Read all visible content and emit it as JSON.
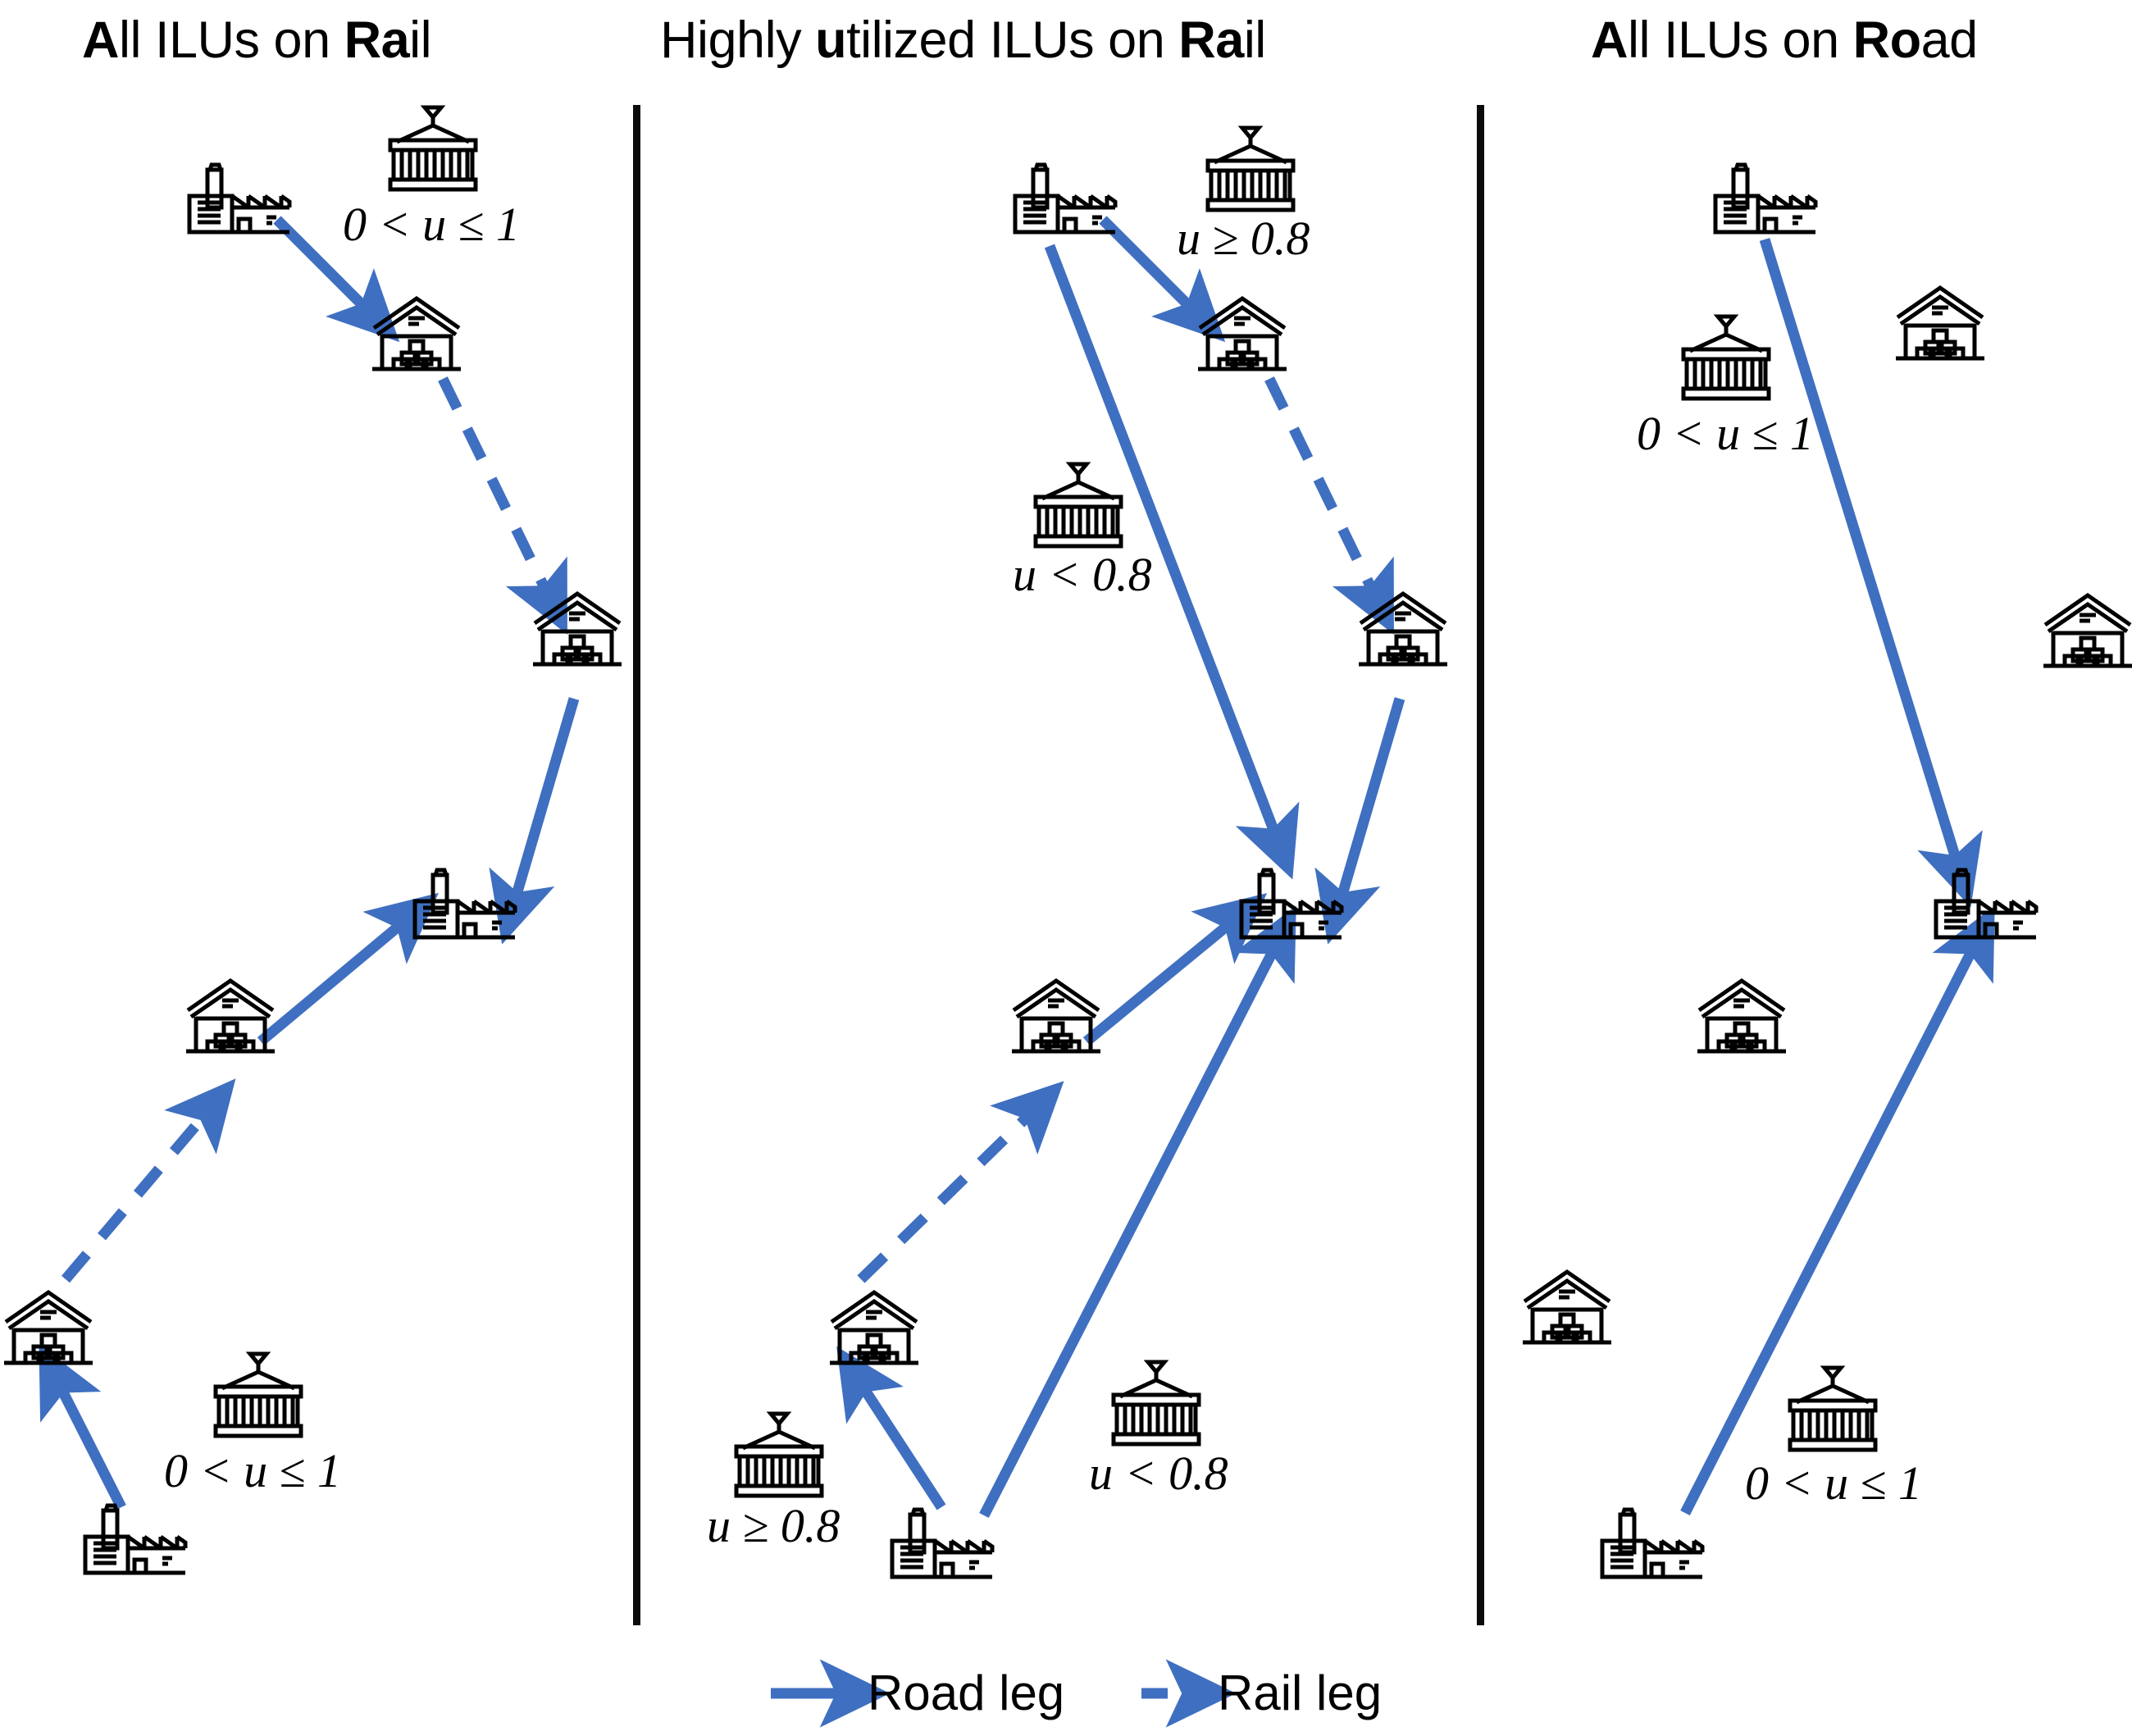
{
  "figure": {
    "type": "diagram",
    "description": "Three-panel intermodal transport scenario diagram comparing routing of ILUs (intermodal loading units) over rail and road.",
    "accent_color": "#3f6fc0",
    "ink_color": "#000000"
  },
  "panels": [
    {
      "id": "all-ilus-on-rail",
      "title": {
        "pre": "A",
        "bold1": "A",
        "mid": "ll ILUs on ",
        "bold2": "Ra",
        "post": "il",
        "plain": "All ILUs on Rail"
      },
      "legend_container_labels": [
        "0 < u ≤ 1",
        "0 < u ≤ 1"
      ],
      "nodes": [
        {
          "name": "factory-origin-top",
          "type": "factory"
        },
        {
          "name": "warehouse-terminal-top-left",
          "type": "warehouse"
        },
        {
          "name": "warehouse-terminal-mid-right",
          "type": "warehouse"
        },
        {
          "name": "factory-destination-mid",
          "type": "factory"
        },
        {
          "name": "warehouse-terminal-low-mid",
          "type": "warehouse"
        },
        {
          "name": "warehouse-terminal-bottom-left",
          "type": "warehouse"
        },
        {
          "name": "factory-origin-bottom",
          "type": "factory"
        },
        {
          "name": "container-top",
          "type": "container"
        },
        {
          "name": "container-bottom",
          "type": "container"
        }
      ],
      "edges": [
        {
          "from": "factory-origin-top",
          "to": "warehouse-terminal-top-left",
          "mode": "road"
        },
        {
          "from": "warehouse-terminal-top-left",
          "to": "warehouse-terminal-mid-right",
          "mode": "rail"
        },
        {
          "from": "warehouse-terminal-mid-right",
          "to": "factory-destination-mid",
          "mode": "road"
        },
        {
          "from": "warehouse-terminal-low-mid",
          "to": "factory-destination-mid",
          "mode": "road"
        },
        {
          "from": "warehouse-terminal-bottom-left",
          "to": "warehouse-terminal-low-mid",
          "mode": "rail"
        },
        {
          "from": "factory-origin-bottom",
          "to": "warehouse-terminal-bottom-left",
          "mode": "road"
        }
      ]
    },
    {
      "id": "highly-utilized-ilus-on-rail",
      "title": {
        "bold1": "u",
        "plain": "Highly utilized ILUs on Rail"
      },
      "legend_container_labels": [
        "u ≥ 0.8",
        "u < 0.8",
        "u ≥ 0.8",
        "u < 0.8"
      ],
      "nodes": [
        {
          "name": "factory-origin-top",
          "type": "factory"
        },
        {
          "name": "warehouse-terminal-top-right",
          "type": "warehouse"
        },
        {
          "name": "warehouse-terminal-mid-right",
          "type": "warehouse"
        },
        {
          "name": "factory-destination-mid",
          "type": "factory"
        },
        {
          "name": "warehouse-terminal-low-mid",
          "type": "warehouse"
        },
        {
          "name": "warehouse-terminal-bottom-left",
          "type": "warehouse"
        },
        {
          "name": "factory-origin-bottom",
          "type": "factory"
        },
        {
          "name": "container-high-util-top",
          "type": "container"
        },
        {
          "name": "container-low-util-mid",
          "type": "container"
        },
        {
          "name": "container-high-util-bottom",
          "type": "container"
        },
        {
          "name": "container-low-util-bottom",
          "type": "container"
        }
      ],
      "edges": [
        {
          "from": "factory-origin-top",
          "to": "warehouse-terminal-top-right",
          "mode": "road"
        },
        {
          "from": "warehouse-terminal-top-right",
          "to": "warehouse-terminal-mid-right",
          "mode": "rail"
        },
        {
          "from": "warehouse-terminal-mid-right",
          "to": "factory-destination-mid",
          "mode": "road"
        },
        {
          "from": "factory-origin-top",
          "to": "factory-destination-mid",
          "mode": "road"
        },
        {
          "from": "warehouse-terminal-low-mid",
          "to": "factory-destination-mid",
          "mode": "road"
        },
        {
          "from": "warehouse-terminal-bottom-left",
          "to": "warehouse-terminal-low-mid",
          "mode": "rail"
        },
        {
          "from": "factory-origin-bottom",
          "to": "warehouse-terminal-bottom-left",
          "mode": "road"
        },
        {
          "from": "factory-origin-bottom",
          "to": "factory-destination-mid",
          "mode": "road"
        }
      ]
    },
    {
      "id": "all-ilus-on-road",
      "title": {
        "bold1": "A",
        "bold2": "Ro",
        "plain": "All ILUs on Road"
      },
      "legend_container_labels": [
        "0 < u ≤ 1",
        "0 < u ≤ 1"
      ],
      "nodes": [
        {
          "name": "factory-origin-top",
          "type": "factory"
        },
        {
          "name": "warehouse-idle-top-right",
          "type": "warehouse"
        },
        {
          "name": "warehouse-idle-mid-right",
          "type": "warehouse"
        },
        {
          "name": "factory-destination-mid",
          "type": "factory"
        },
        {
          "name": "warehouse-idle-low-mid",
          "type": "warehouse"
        },
        {
          "name": "warehouse-idle-bottom-left",
          "type": "warehouse"
        },
        {
          "name": "factory-origin-bottom",
          "type": "factory"
        },
        {
          "name": "container-top",
          "type": "container"
        },
        {
          "name": "container-bottom",
          "type": "container"
        }
      ],
      "edges": [
        {
          "from": "factory-origin-top",
          "to": "factory-destination-mid",
          "mode": "road"
        },
        {
          "from": "factory-origin-bottom",
          "to": "factory-destination-mid",
          "mode": "road"
        }
      ]
    }
  ],
  "titles": {
    "left": {
      "a": "A",
      "b": "ll ILUs on ",
      "c": "Ra",
      "d": "il"
    },
    "center": {
      "a": "Highly ",
      "b": "u",
      "c": "tilized ILUs on ",
      "d": "Ra",
      "e": "il"
    },
    "right": {
      "a": "A",
      "b": "ll ILUs on ",
      "c": "Ro",
      "d": "ad"
    }
  },
  "labels": {
    "u_range_full": "0 < u ≤ 1",
    "u_high": "u ≥ 0.8",
    "u_low": "u < 0.8"
  },
  "legend": {
    "road_label": "Road leg",
    "rail_label": "Rail leg",
    "road_icon": "solid-arrow-icon",
    "rail_icon": "dashed-arrow-icon"
  }
}
